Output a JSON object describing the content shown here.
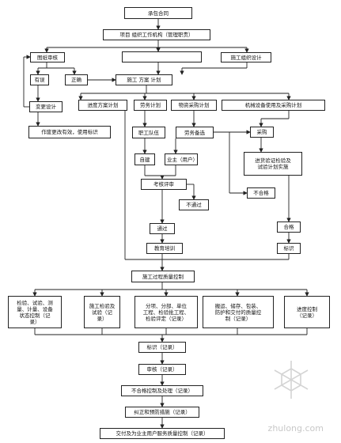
{
  "boxes": {
    "contract": "承包合同",
    "project_org": "项目 组织工作机构（管理职责）",
    "blank_mid": "",
    "construction_org_design": "施工组织设计",
    "drawing_review": "图纸审核",
    "has_issue": "有误",
    "correct": "正确",
    "construction_plan": "施工 方案 计划",
    "change_design": "变更设计",
    "invalid_drawings": "作废更改有效，使用标识",
    "schedule_plan": "进度方案计划",
    "labor_plan": "劳务计划",
    "material_purchase_plan": "物资采购计划",
    "equipment_plan": "机械设备使用及采购计划",
    "staff_qualification": "职工队伍",
    "labor_prep": "劳务备选",
    "purchase": "采购",
    "self_built": "自建",
    "owner": "业主（用户）",
    "inspection_test": "进货验证检验及\n试验计划实施",
    "assessment_review": "考核评审",
    "failed": "不通过",
    "unqualified": "不合格",
    "passed": "通过",
    "qualified": "合格",
    "education_training": "教育培训",
    "identification": "标识",
    "process_quality_control": "施工过程质量控制",
    "inspection_measurement": "检验、试验、测\n量、计量、设备\n状态控制（记\n录）",
    "construction_test": "施工检验及\n试验（记\n录）",
    "subproject_acceptance": "分项、分部、单位\n工程、检验批工程、\n检验评定（记录）",
    "handling_storage": "搬运、储存、包装、\n防护和交付的质量控\n制（记录）",
    "schedule_control": "进度控制\n（记录）",
    "identification_record": "标识（记录）",
    "review": "审核（记录）",
    "nonconformity_control": "不合格控制及处理（记录）",
    "corrective_action": "纠正和预防措施（记录）",
    "delivery_service": "交付及为业主用户服务质量控制（记录）"
  },
  "watermark": {
    "site": "zhulong.com",
    "logo_icon": "snowflake-logo-icon"
  },
  "colors": {
    "line": "#222222",
    "box_border": "#222222",
    "watermark": "#cfcfcf"
  }
}
